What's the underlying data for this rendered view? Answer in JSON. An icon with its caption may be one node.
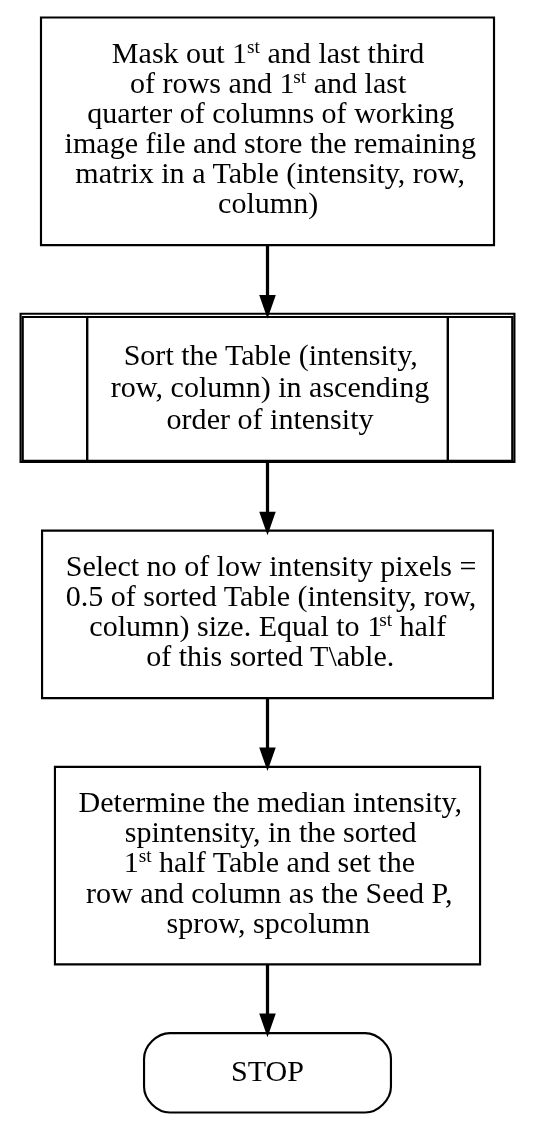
{
  "diagram": {
    "nodes": [
      {
        "text": [
          "Mask out 1$^{st}$ and last third of rows and 1$^{st}$ and last quarter of columns of working image file and store the remaining matrix in a Table (intensity, row, column)"
        ]
      },
      {
        "text": [
          "Sort the Table (intensity, row, column) in ascending order of intensity"
        ]
      },
      {
        "text": [
          "Select no of low intensity pixels = 0.5 of sorted Table (intensity, row, column) size. Equal to 1$^{st}$ half of this sorted T\\able."
        ]
      },
      {
        "text": [
          "Determine the median intensity, spintensity, in the sorted 1$^{st}$ half Table and set the row and column as the Seed P, sprow, spcolumn"
        ]
      },
      {
        "text": [
          "STOP"
        ]
      }
    ],
    "edges": [
      {
        "from": 0,
        "to": 1,
        "arrow": "to"
      },
      {
        "from": 1,
        "to": 2,
        "arrow": "to"
      },
      {
        "from": 2,
        "to": 3,
        "arrow": "to"
      },
      {
        "from": 3,
        "to": 4,
        "arrow": "to"
      }
    ]
  }
}
